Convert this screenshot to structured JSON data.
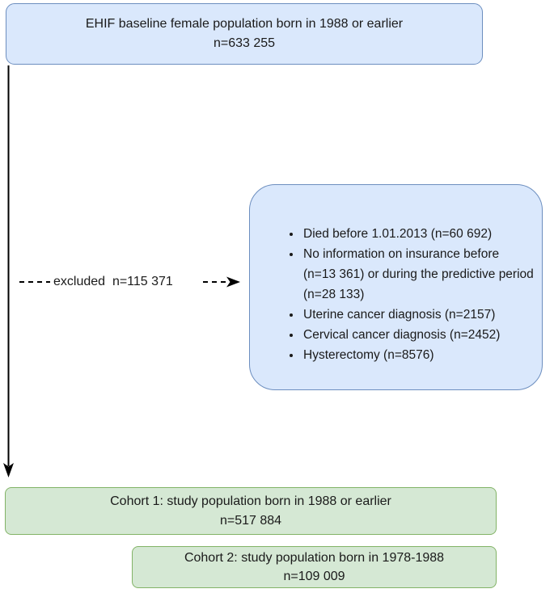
{
  "diagram": {
    "top_box": {
      "line1": "EHIF baseline female population born in 1988 or earlier",
      "line2": "n=633 255"
    },
    "excluded_label": "excluded  n=115 371",
    "exclusion_box": {
      "items": [
        "Died before 1.01.2013 (n=60 692)",
        "No information on insurance before (n=13 361) or during the predictive period (n=28 133)",
        "Uterine cancer diagnosis (n=2157)",
        "Cervical cancer diagnosis (n=2452)",
        "Hysterectomy (n=8576)"
      ]
    },
    "cohort1_box": {
      "line1": "Cohort 1: study population born in 1988 or earlier",
      "line2": "n=517 884"
    },
    "cohort2_box": {
      "line1": "Cohort 2: study population born in 1978-1988",
      "line2": "n=109 009"
    },
    "colors": {
      "blue_fill": "#dae8fc",
      "blue_border": "#6c8ebf",
      "green_fill": "#d5e8d4",
      "green_border": "#82b366",
      "arrow": "#000000"
    }
  }
}
